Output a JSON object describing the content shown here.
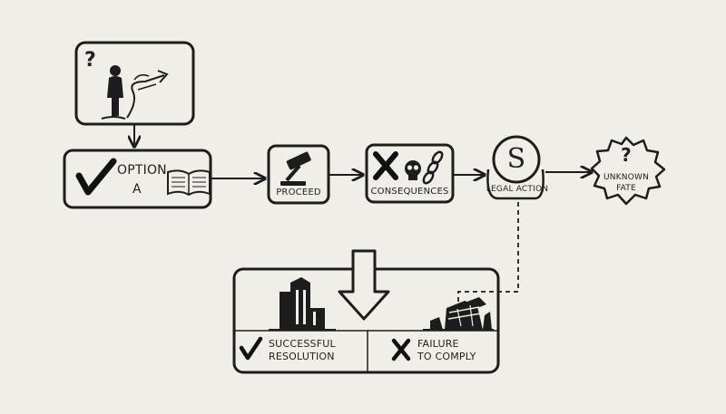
{
  "diagram": {
    "start": {
      "question_mark": "?"
    },
    "option_a": {
      "line1": "OPTION",
      "line2": "A"
    },
    "proceed": {
      "label": "PROCEED"
    },
    "consequences": {
      "label": "CONSEQUENCES"
    },
    "legal_action": {
      "label": "LEGAL ACTION",
      "emblem": "S"
    },
    "unknown_fate": {
      "mark": "?",
      "line1": "UNKNOWN",
      "line2": "FATE"
    },
    "outcomes": {
      "success": {
        "line1": "SUCCESSFUL",
        "line2": "RESOLUTION"
      },
      "failure": {
        "line1": "FAILURE",
        "line2": "TO COMPLY"
      }
    }
  }
}
